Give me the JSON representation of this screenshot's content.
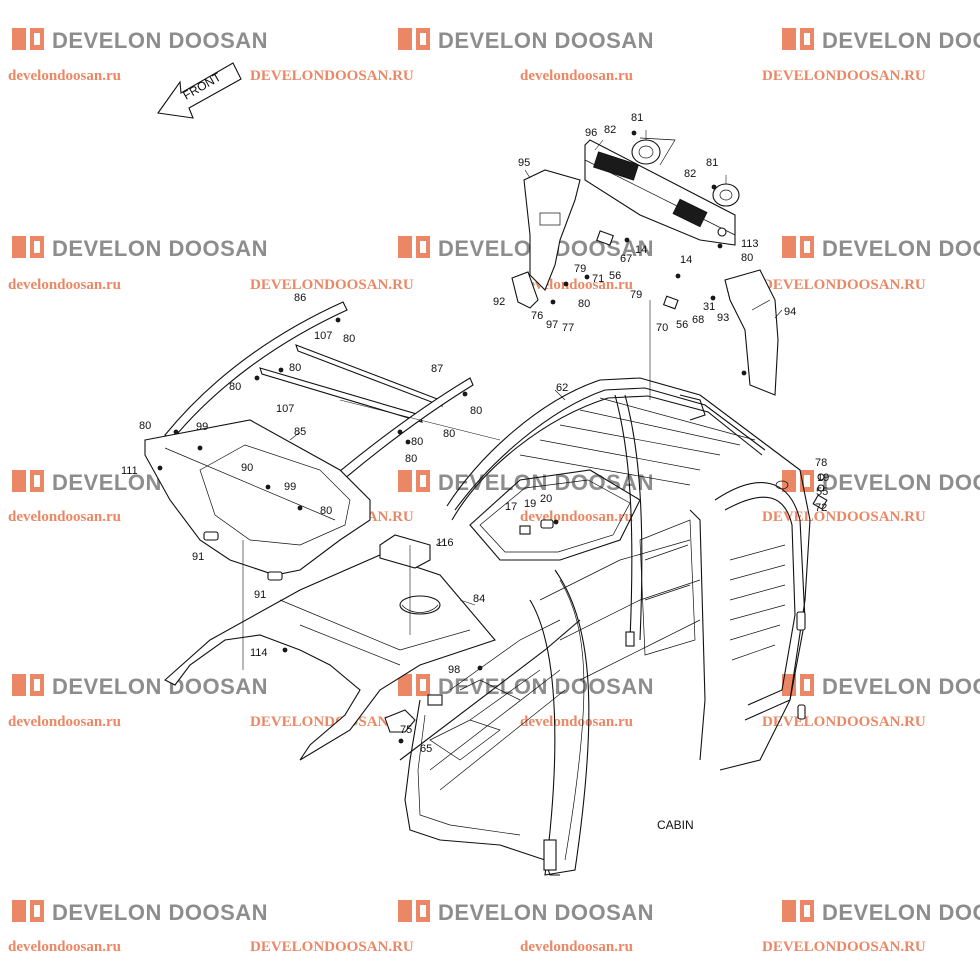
{
  "watermark": {
    "brand": "DEVELON DOOSAN",
    "url_lower": "develondoosan.ru",
    "url_upper": "DEVELONDOOSAN.RU",
    "brand_color": "#7a7a7a",
    "accent_color": "#e8734a"
  },
  "front_arrow_label": "FRONT",
  "caption": "CABIN",
  "part_labels": [
    "81",
    "96",
    "82",
    "81",
    "82",
    "95",
    "113",
    "80",
    "14",
    "67",
    "79",
    "71",
    "56",
    "14",
    "92",
    "80",
    "79",
    "31",
    "76",
    "97",
    "77",
    "70",
    "56",
    "68",
    "93",
    "94",
    "86",
    "107",
    "80",
    "80",
    "80",
    "87",
    "107",
    "80",
    "62",
    "80",
    "80",
    "99",
    "85",
    "80",
    "80",
    "78",
    "111",
    "90",
    "19",
    "99",
    "55",
    "20",
    "80",
    "72",
    "19",
    "17",
    "116",
    "91",
    "91",
    "84",
    "114",
    "98",
    "75",
    "65"
  ]
}
